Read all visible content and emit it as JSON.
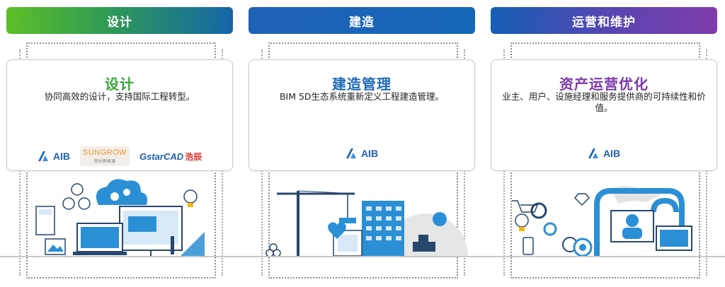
{
  "columns": [
    {
      "tab": "设计",
      "title": "设计",
      "desc": "协同高效的设计，支持国际工程转型。",
      "logos": {
        "aib": "AIB",
        "sungrow_name": "SUNGROW",
        "sungrow_sub": "阳光新能源",
        "gstar": "Gstar",
        "gstar_cad": "CAD",
        "gstar_cn": "浩辰"
      }
    },
    {
      "tab": "建造",
      "title": "建造管理",
      "desc": "BIM 5D生态系统重新定义工程建造管理。",
      "logos": {
        "aib": "AIB"
      }
    },
    {
      "tab": "运营和维护",
      "title": "资产运营优化",
      "desc": "业主、用户、设施经理和服务提供商的可持续性和价值。",
      "logos": {
        "aib": "AIB"
      }
    }
  ],
  "colors": {
    "green": "#3aa43a",
    "blue": "#1d6ab8",
    "purple": "#7b3aa8",
    "illustration_blue": "#2b8fd6",
    "illustration_dark": "#27476d"
  }
}
